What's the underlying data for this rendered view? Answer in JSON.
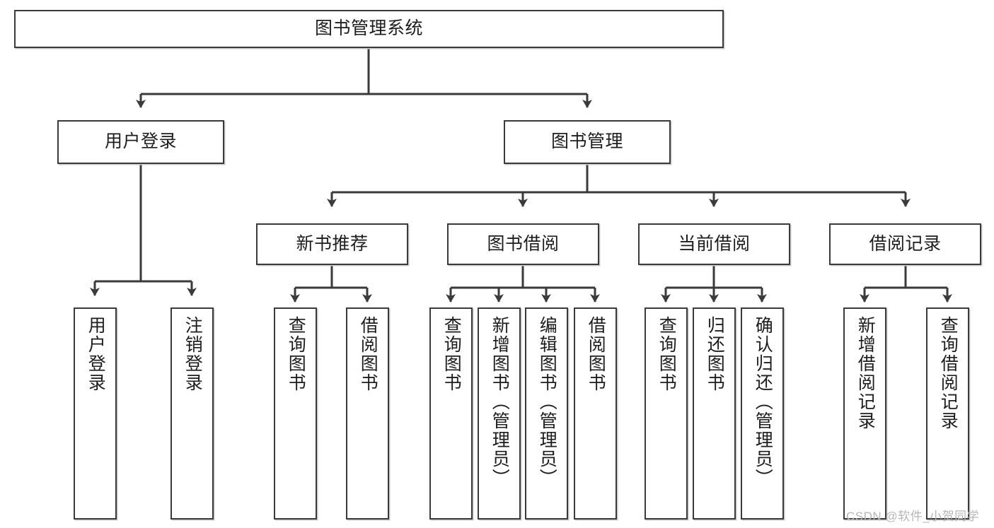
{
  "diagram": {
    "title": "图书管理系统",
    "type": "功能结构图",
    "root": {
      "label": "图书管理系统"
    },
    "level2": [
      {
        "label": "用户登录"
      },
      {
        "label": "图书管理"
      }
    ],
    "level3": [
      {
        "label": "新书推荐"
      },
      {
        "label": "图书借阅"
      },
      {
        "label": "当前借阅"
      },
      {
        "label": "借阅记录"
      }
    ],
    "leaves": {
      "user_login": [
        {
          "label": "用户登录"
        },
        {
          "label": "注销登录"
        }
      ],
      "new_books": [
        {
          "label": "查询图书"
        },
        {
          "label": "借阅图书"
        }
      ],
      "book_borrow": [
        {
          "label": "查询图书"
        },
        {
          "label": "新增图书（管理员）"
        },
        {
          "label": "编辑图书（管理员）"
        },
        {
          "label": "借阅图书"
        }
      ],
      "current_borrow": [
        {
          "label": "查询图书"
        },
        {
          "label": "归还图书"
        },
        {
          "label": "确认归还（管理员）"
        }
      ],
      "borrow_record": [
        {
          "label": "新增借阅记录"
        },
        {
          "label": "查询借阅记录"
        }
      ]
    },
    "watermark": "CSDN @软件_小贺同学",
    "colors": {
      "stroke": "#3a3a3a",
      "fill": "#ffffff",
      "text": "#1d1d1d",
      "shadow": "#c9c9c9",
      "watermark": "#b6b6b6"
    }
  }
}
